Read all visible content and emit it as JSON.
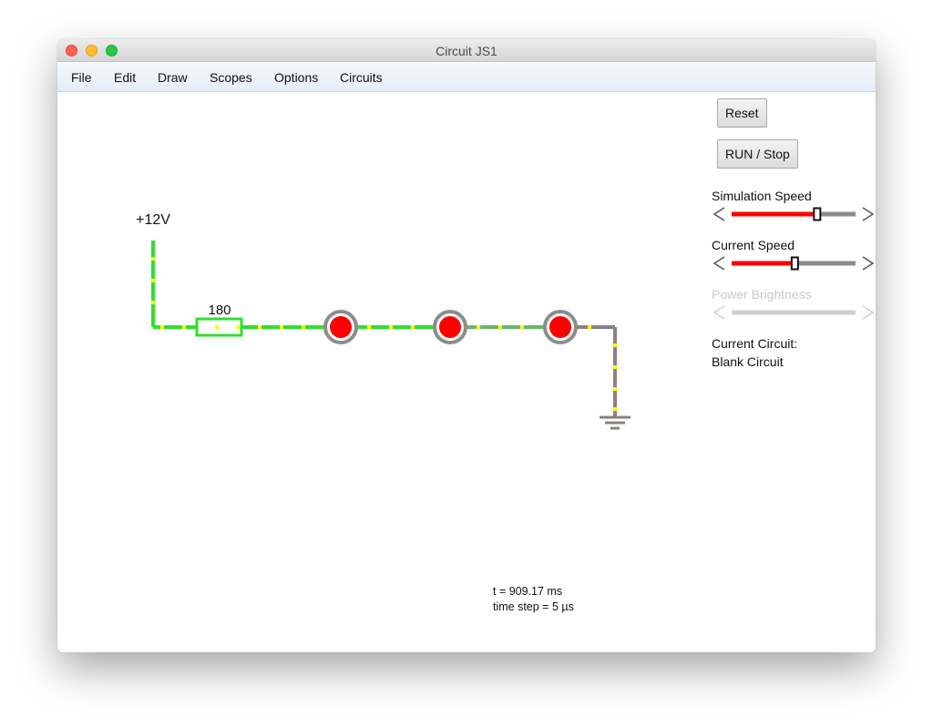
{
  "window": {
    "title": "Circuit JS1"
  },
  "menu": {
    "items": [
      "File",
      "Edit",
      "Draw",
      "Scopes",
      "Options",
      "Circuits"
    ]
  },
  "buttons": {
    "reset": "Reset",
    "run_stop": "RUN / Stop"
  },
  "sliders": {
    "simulation_speed": {
      "label": "Simulation Speed",
      "value": 0.69,
      "enabled": true
    },
    "current_speed": {
      "label": "Current Speed",
      "value": 0.51,
      "enabled": true
    },
    "power_brightness": {
      "label": "Power Brightness",
      "value": 0.0,
      "enabled": false
    }
  },
  "current_circuit": {
    "label": "Current Circuit:",
    "name": "Blank Circuit"
  },
  "circuit": {
    "voltage_label": "+12V",
    "resistor_label": "180",
    "led_count": 3
  },
  "status": {
    "time": "t = 909.17 ms",
    "time_step": "time step = 5 µs"
  },
  "colors": {
    "wire_active": "#2ee02e",
    "wire_ground": "#8c8080",
    "current_dots": "#ffff00",
    "led_fill": "#ff0000",
    "led_ring": "#8c8c8c",
    "slider_filled": "#ff0000",
    "slider_track": "#8c8c8c"
  }
}
